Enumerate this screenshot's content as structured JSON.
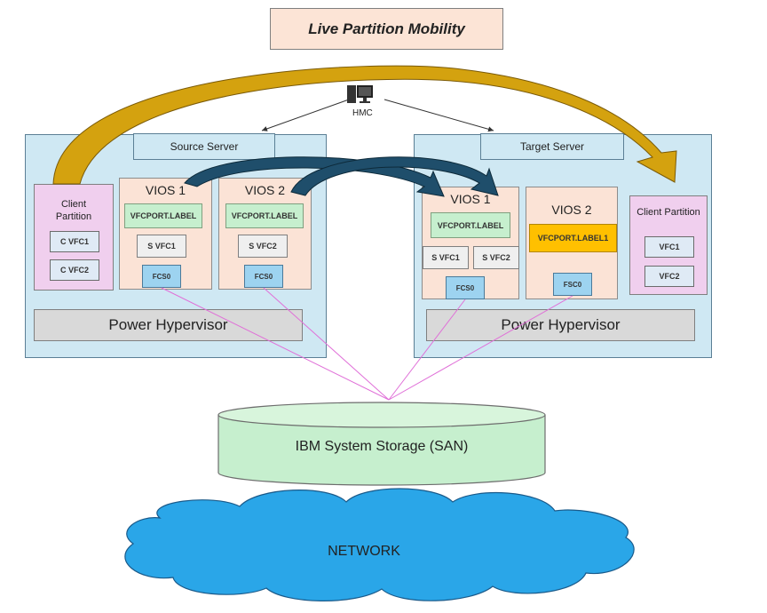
{
  "title": "Live Partition Mobility",
  "hmc": {
    "label": "HMC"
  },
  "source": {
    "label": "Source Server",
    "client": {
      "label": "Client Partition",
      "vfc": [
        "C VFC1",
        "C VFC2"
      ]
    },
    "vios1": {
      "label": "VIOS 1",
      "port_label": "VFCPORT.LABEL",
      "svfc": "S VFC1",
      "fcs": "FCS0"
    },
    "vios2": {
      "label": "VIOS 2",
      "port_label": "VFCPORT.LABEL",
      "svfc": "S VFC2",
      "fcs": "FCS0"
    },
    "hypervisor": "Power Hypervisor"
  },
  "target": {
    "label": "Target Server",
    "vios1": {
      "label": "VIOS 1",
      "port_label": "VFCPORT.LABEL",
      "svfc": [
        "S VFC1",
        "S VFC2"
      ],
      "fcs": "FCS0"
    },
    "vios2": {
      "label": "VIOS 2",
      "port_label": "VFCPORT.LABEL1",
      "fcs": "FSC0"
    },
    "client": {
      "label": "Client Partition",
      "vfc": [
        "VFC1",
        "VFC2"
      ]
    },
    "hypervisor": "Power Hypervisor"
  },
  "storage": {
    "label": "IBM System Storage (SAN)"
  },
  "network": {
    "label": "NETWORK"
  },
  "colors": {
    "migration_arrow": "#d4a20f",
    "vios_arrow": "#1f4e6b",
    "san_links": "#e070d8",
    "network_cloud": "#2aa6e8",
    "storage": "#c6efce",
    "highlight_label": "#ffc000"
  }
}
